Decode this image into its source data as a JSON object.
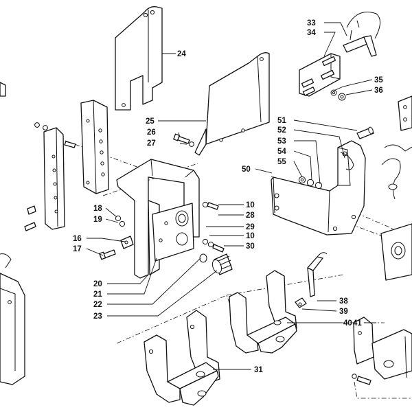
{
  "diagram": {
    "callouts": [
      {
        "id": "c24",
        "label": "24"
      },
      {
        "id": "c25",
        "label": "25"
      },
      {
        "id": "c26",
        "label": "26"
      },
      {
        "id": "c27",
        "label": "27"
      },
      {
        "id": "c33",
        "label": "33"
      },
      {
        "id": "c34",
        "label": "34"
      },
      {
        "id": "c35",
        "label": "35"
      },
      {
        "id": "c36",
        "label": "36"
      },
      {
        "id": "c51",
        "label": "51"
      },
      {
        "id": "c52",
        "label": "52"
      },
      {
        "id": "c53",
        "label": "53"
      },
      {
        "id": "c54",
        "label": "54"
      },
      {
        "id": "c55",
        "label": "55"
      },
      {
        "id": "c50",
        "label": "50"
      },
      {
        "id": "c10a",
        "label": "10"
      },
      {
        "id": "c28",
        "label": "28"
      },
      {
        "id": "c29",
        "label": "29"
      },
      {
        "id": "c10b",
        "label": "10"
      },
      {
        "id": "c30",
        "label": "30"
      },
      {
        "id": "c18",
        "label": "18"
      },
      {
        "id": "c19",
        "label": "19"
      },
      {
        "id": "c16",
        "label": "16"
      },
      {
        "id": "c17",
        "label": "17"
      },
      {
        "id": "c20",
        "label": "20"
      },
      {
        "id": "c21",
        "label": "21"
      },
      {
        "id": "c22",
        "label": "22"
      },
      {
        "id": "c23",
        "label": "23"
      },
      {
        "id": "c38",
        "label": "38"
      },
      {
        "id": "c39",
        "label": "39"
      },
      {
        "id": "c40",
        "label": "40"
      },
      {
        "id": "c31",
        "label": "31"
      },
      {
        "id": "c41",
        "label": "41"
      }
    ]
  }
}
